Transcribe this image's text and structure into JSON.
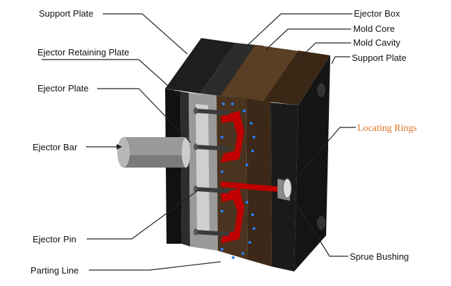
{
  "colors": {
    "plate_dark": "#141414",
    "plate_mid": "#2b2b2b",
    "core_brown": "#4a3420",
    "cavity_brown": "#3b2818",
    "molded_part": "#c00000",
    "cooling_channel": "#2a7fff",
    "accent_label": "#e07020",
    "bar_gray": "#9a9a9a"
  },
  "labels": {
    "support_plate_top": "Support Plate",
    "ejector_retaining_plate": "Ejector Retaining Plate",
    "ejector_plate": "Ejector Plate",
    "ejector_bar": "Ejector Bar",
    "ejector_pin": "Ejector Pin",
    "parting_line": "Parting Line",
    "ejector_box": "Ejector Box",
    "mold_core": "Mold Core",
    "mold_cavity": "Mold Cavity",
    "support_plate_right": "Support Plate",
    "locating_rings": "Locating Rings",
    "sprue_bushing": "Sprue Bushing"
  }
}
